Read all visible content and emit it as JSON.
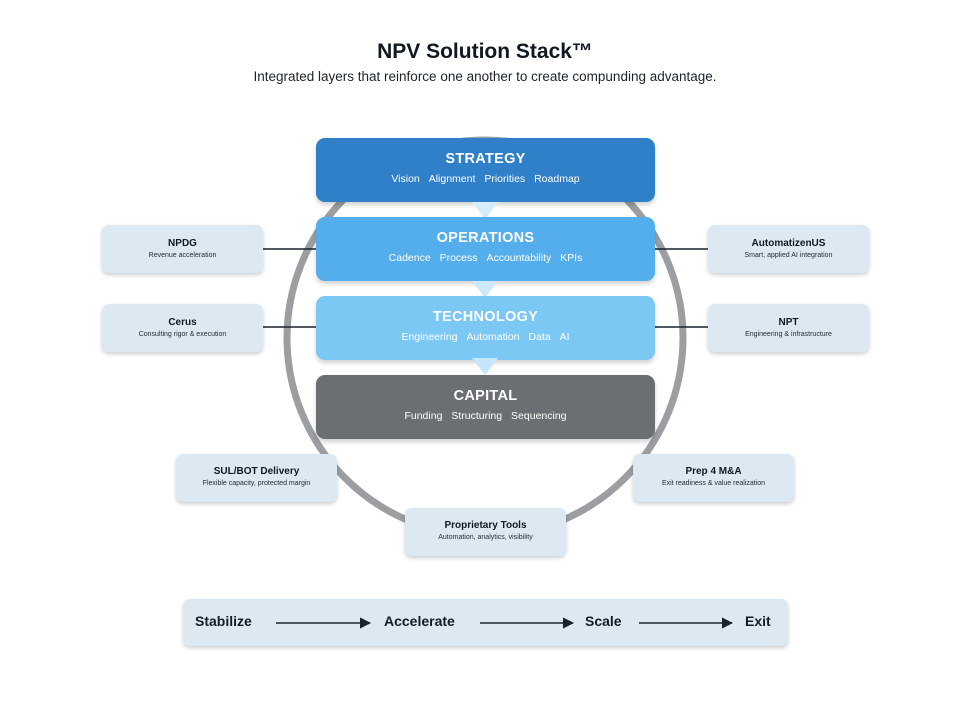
{
  "header": {
    "title": "NPV Solution Stack™",
    "subtitle": "Integrated layers that reinforce one another to create compunding advantage."
  },
  "layers": [
    {
      "title": "STRATEGY",
      "items": [
        "Vision",
        "Alignment",
        "Priorities",
        "Roadmap"
      ]
    },
    {
      "title": "OPERATIONS",
      "items": [
        "Cadence",
        "Process",
        "Accountability",
        "KPIs"
      ]
    },
    {
      "title": "TECHNOLOGY",
      "items": [
        "Engineering",
        "Automation",
        "Data",
        "AI"
      ]
    },
    {
      "title": "CAPITAL",
      "items": [
        "Funding",
        "Structuring",
        "Sequencing"
      ]
    }
  ],
  "left_boxes": [
    {
      "title": "NPDG",
      "subtitle": "Revenue acceleration"
    },
    {
      "title": "Cerus",
      "subtitle": "Consulting rigor & execution"
    }
  ],
  "right_boxes": [
    {
      "title": "AutomatizenUS",
      "subtitle": "Smart, applied AI integration"
    },
    {
      "title": "NPT",
      "subtitle": "Engineering & infrastructure"
    }
  ],
  "bottom_boxes": [
    {
      "title": "SUL/BOT Delivery",
      "subtitle": "Flexible capacity, protected margin"
    },
    {
      "title": "Prep 4 M&A",
      "subtitle": "Exit readiness & value realization"
    },
    {
      "title": "Proprietary Tools",
      "subtitle": "Automation, analytics, visibility"
    }
  ],
  "flow": [
    "Stabilize",
    "Accelerate",
    "Scale",
    "Exit"
  ],
  "colors": {
    "strategy": "#2f80c9",
    "operations": "#55aeec",
    "technology": "#7cc8f5",
    "capital": "#6b6e72",
    "ring": "#9c9ea2",
    "box": "#dde9f2",
    "arrow": "#1a222c"
  }
}
